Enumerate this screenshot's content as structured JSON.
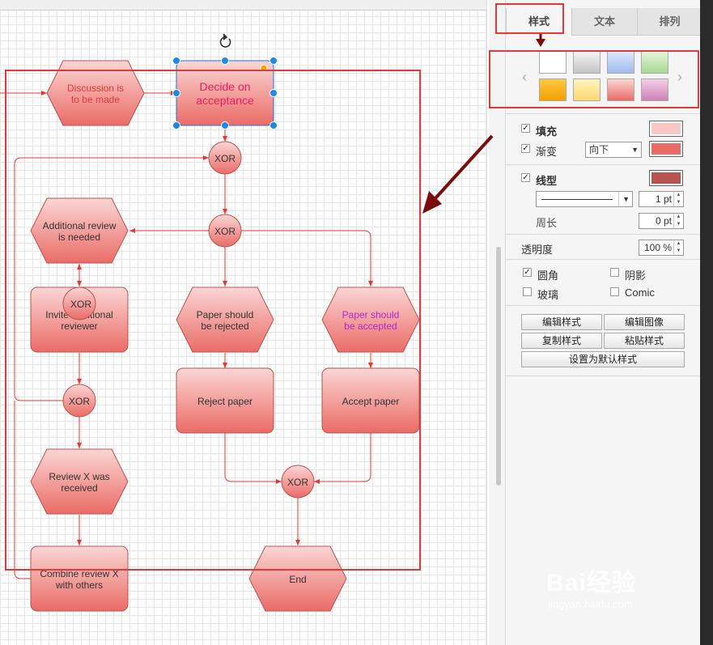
{
  "diagram": {
    "nodes": {
      "discussion": "Discussion is to be made",
      "decide": "Decide on acceptance",
      "xor1": "XOR",
      "xor2": "XOR",
      "additional_review": "Additional review is needed",
      "invite_reviewer": "Invite additional reviewer",
      "xor_small": "XOR",
      "xor3": "XOR",
      "review_received": "Review X was received",
      "combine_review": "Combine review X with others",
      "paper_rejected": "Paper should be rejected",
      "paper_accepted": "Paper should be accepted",
      "reject_paper": "Reject paper",
      "accept_paper": "Accept paper",
      "xor4": "XOR",
      "end": "End"
    }
  },
  "panel": {
    "tabs": [
      "样式",
      "文本",
      "排列"
    ],
    "swatches": [
      "#ffffff",
      "#d0d0d0",
      "#b0c8f0",
      "#b8e0a8",
      "#ffb400",
      "#ffe28a",
      "#f0908c",
      "#e0a0c8"
    ],
    "fill": {
      "label": "填充",
      "color": "#f8c8c4"
    },
    "gradient": {
      "label": "渐变",
      "direction": "向下",
      "color": "#ea6b66"
    },
    "line": {
      "label": "线型",
      "color": "#b85450",
      "width": "1 pt"
    },
    "perimeter": {
      "label": "周长",
      "value": "0 pt"
    },
    "opacity": {
      "label": "透明度",
      "value": "100 %"
    },
    "options": {
      "rounded": "圆角",
      "shadow": "阴影",
      "glass": "玻璃",
      "comic": "Comic"
    },
    "buttons": {
      "edit_style": "编辑样式",
      "edit_image": "编辑图像",
      "copy_style": "复制样式",
      "paste_style": "粘贴样式",
      "set_default": "设置为默认样式"
    }
  },
  "watermark": {
    "brand": "Bai经验",
    "url": "jingyan.baidu.com"
  },
  "colors": {
    "node_fill_top": "#fbd6d4",
    "node_fill_bottom": "#ea6b66",
    "node_stroke": "#b85450",
    "edge": "#e53935",
    "highlight": "#e53935"
  }
}
